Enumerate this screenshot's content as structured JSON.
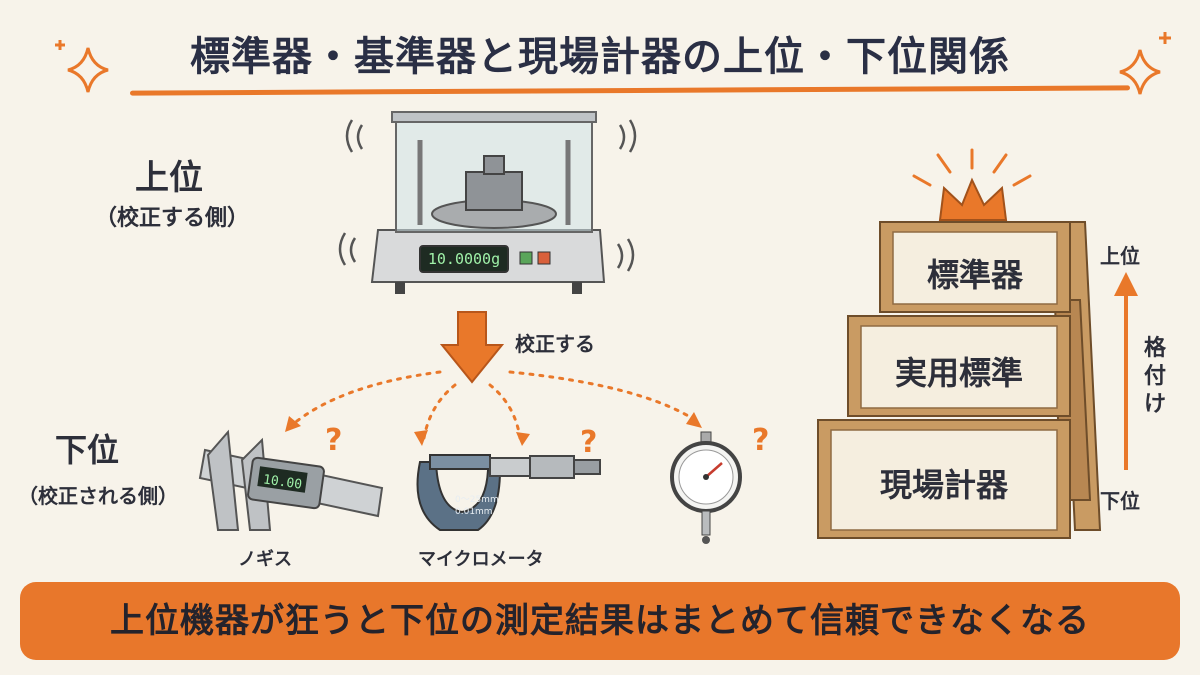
{
  "title": "標準器・基準器と現場計器の上位・下位関係",
  "upper": {
    "label": "上位",
    "sub": "（校正する側）"
  },
  "lower": {
    "label": "下位",
    "sub": "（校正される側）"
  },
  "calibrate_label": "校正する",
  "balance": {
    "display": "10.0000g"
  },
  "instruments": {
    "caliper": {
      "name": "ノギス",
      "display": "10.00"
    },
    "micrometer": {
      "name": "マイクロメータ",
      "marking1": "0～25mm",
      "marking2": "0.01mm"
    },
    "dial_gauge": {
      "name": ""
    }
  },
  "stairs": {
    "top": "標準器",
    "middle": "実用標準",
    "bottom": "現場計器"
  },
  "axis": {
    "top": "上位",
    "middle": "格付け",
    "bottom": "下位"
  },
  "question_mark": "?",
  "banner": "上位機器が狂うと下位の測定結果はまとめて信頼できなくなる",
  "colors": {
    "accent": "#e9782a",
    "wood": "#c99b63",
    "panel": "#f5eedf",
    "ink": "#2d2f3a"
  }
}
